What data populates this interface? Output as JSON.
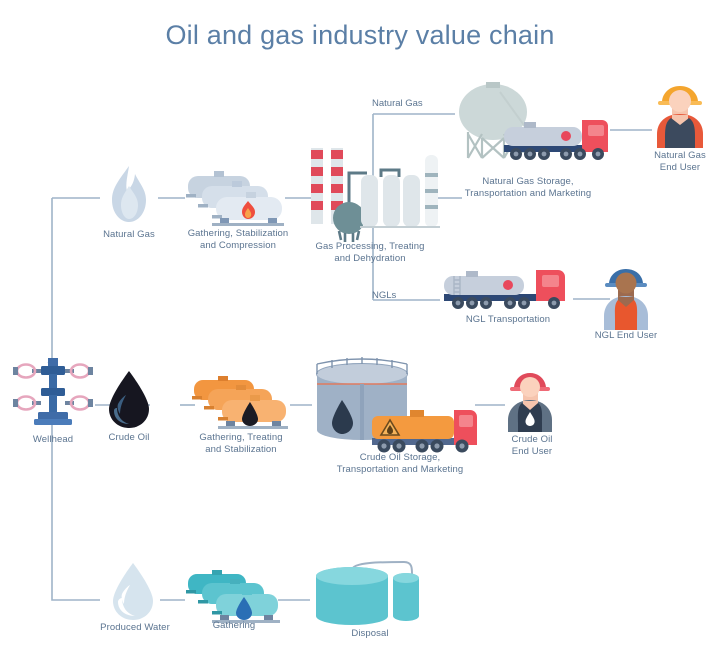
{
  "title": "Oil and gas industry value chain",
  "theme": {
    "title_color": "#5b7fa6",
    "caption_color": "#5b7490",
    "line_color": "#9fb4c8",
    "background": "#ffffff",
    "gas_blue": "#cdd9e6",
    "crude_black": "#1b1b24",
    "orange": "#f2943f",
    "teal": "#5cc4cf",
    "red": "#e8485c",
    "tank_grey": "#dfe5e8"
  },
  "edge_labels": {
    "natural_gas": "Natural Gas",
    "ngls": "NGLs"
  },
  "nodes": {
    "wellhead": {
      "label": "Wellhead",
      "icon": "wellhead-icon"
    },
    "natural_gas": {
      "label": "Natural Gas",
      "icon": "flame-icon"
    },
    "gas_gathering": {
      "label": "Gathering, Stabilization\nand Compression",
      "icon": "gas-separator-tanks-icon"
    },
    "gas_processing": {
      "label": "Gas Processing, Treating\nand Dehydration",
      "icon": "gas-plant-icon"
    },
    "gas_storage": {
      "label": "Natural Gas Storage,\nTransportation and Marketing",
      "icon": "sphere-tank-truck-icon"
    },
    "gas_end_user": {
      "label": "Natural Gas\nEnd User",
      "icon": "worker-orange-helmet-icon"
    },
    "ngl_transport": {
      "label": "NGL Transportation",
      "icon": "tanker-truck-icon"
    },
    "ngl_end_user": {
      "label": "NGL End User",
      "icon": "worker-blue-helmet-icon"
    },
    "crude_oil": {
      "label": "Crude Oil",
      "icon": "oil-drop-icon"
    },
    "crude_gathering": {
      "label": "Gathering, Treating\nand Stabilization",
      "icon": "orange-separator-tanks-icon"
    },
    "crude_storage": {
      "label": "Crude Oil Storage,\nTransportation and Marketing",
      "icon": "storage-tank-truck-icon"
    },
    "crude_end_user": {
      "label": "Crude Oil\nEnd User",
      "icon": "worker-red-helmet-icon"
    },
    "produced_water": {
      "label": "Produced Water",
      "icon": "water-drop-icon"
    },
    "water_gathering": {
      "label": "Gathering",
      "icon": "teal-separator-tanks-icon"
    },
    "disposal": {
      "label": "Disposal",
      "icon": "disposal-tanks-icon"
    }
  }
}
